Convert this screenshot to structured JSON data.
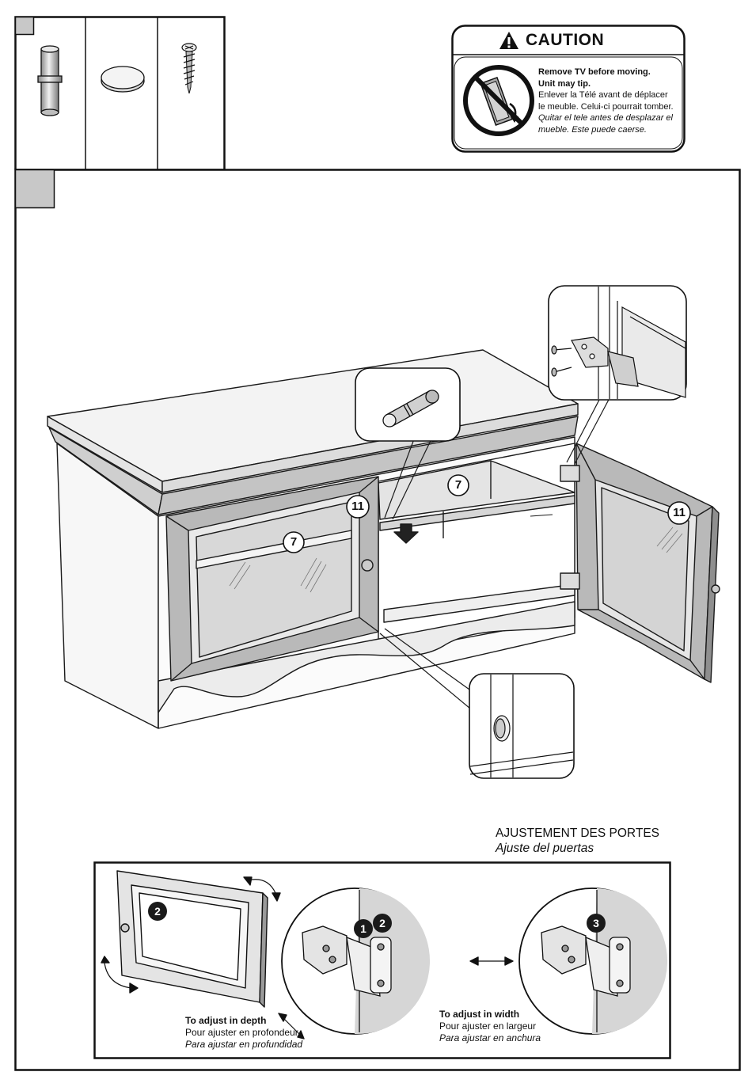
{
  "caution": {
    "title": "CAUTION",
    "en_line1": "Remove TV before moving.",
    "en_line2": "Unit may tip.",
    "fr_line1": "Enlever la Télé avant de déplacer",
    "fr_line2": "le meuble. Celui-ci pourrait tomber.",
    "es_line1": "Quitar el tele antes de desplazar el",
    "es_line2": "mueble. Este puede caerse."
  },
  "callouts": {
    "shelf_left": "7",
    "shelf_right": "7",
    "door_left": "11",
    "door_right": "11",
    "door_adjust": "2",
    "hinge_screws": [
      "1",
      "2"
    ],
    "hinge_width_screw": "3"
  },
  "adjust": {
    "heading_fr": "AJUSTEMENT DES PORTES",
    "heading_es": "Ajuste del puertas",
    "depth_en": "To adjust in depth",
    "depth_fr": "Pour ajuster en profondeur",
    "depth_es": "Para ajustar en profundidad",
    "width_en": "To adjust in width",
    "width_fr": "Pour ajuster en largeur",
    "width_es": "Para ajustar en anchura"
  },
  "colors": {
    "line": "#1a1a1a",
    "panel_gray": "#c9c9c9",
    "door_gray": "#b9b9b9",
    "light_gray": "#e2e2e2",
    "step_box": "#c8c8c8"
  }
}
